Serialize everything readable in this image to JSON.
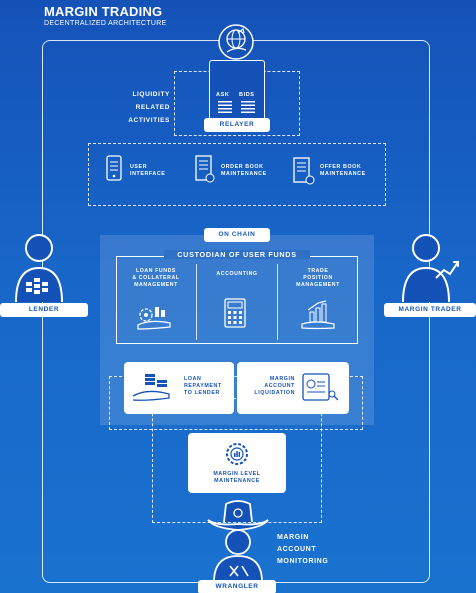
{
  "header": {
    "title": "MARGIN TRADING",
    "subtitle": "DECENTRALIZED ARCHITECTURE"
  },
  "relayer": {
    "ask": "ASK",
    "bids": "BIDS",
    "label": "RELAYER"
  },
  "liquidity": {
    "line1": "LIQUIDITY",
    "line2": "RELATED",
    "line3": "ACTIVITIES"
  },
  "offchain": {
    "ui_line1": "USER",
    "ui_line2": "INTERFACE",
    "ob_line1": "ORDER BOOK",
    "ob_line2": "MAINTENANCE",
    "of_line1": "OFFER BOOK",
    "of_line2": "MAINTENANCE"
  },
  "onchain": {
    "label": "ON CHAIN"
  },
  "custodian": {
    "title": "CUSTODIAN OF USER FUNDS",
    "col1_line1": "LOAN FUNDS",
    "col1_line2": "& COLLATERAL",
    "col1_line3": "MANAGEMENT",
    "col2_line1": "ACCOUNTING",
    "col3_line1": "TRADE",
    "col3_line2": "POSITION",
    "col3_line3": "MANAGEMENT"
  },
  "loan_repayment": {
    "line1": "LOAN",
    "line2": "REPAYMENT",
    "line3": "TO LENDER"
  },
  "liquidation": {
    "line1": "MARGIN",
    "line2": "ACCOUNT",
    "line3": "LIQUIDATION"
  },
  "margin_level": {
    "line1": "MARGIN LEVEL",
    "line2": "MAINTENANCE"
  },
  "lender": {
    "label": "LENDER"
  },
  "trader": {
    "label": "MARGIN TRADER"
  },
  "monitoring": {
    "line1": "MARGIN",
    "line2": "ACCOUNT",
    "line3": "MONITORING"
  },
  "wrangler": {
    "label": "WRANGLER"
  }
}
